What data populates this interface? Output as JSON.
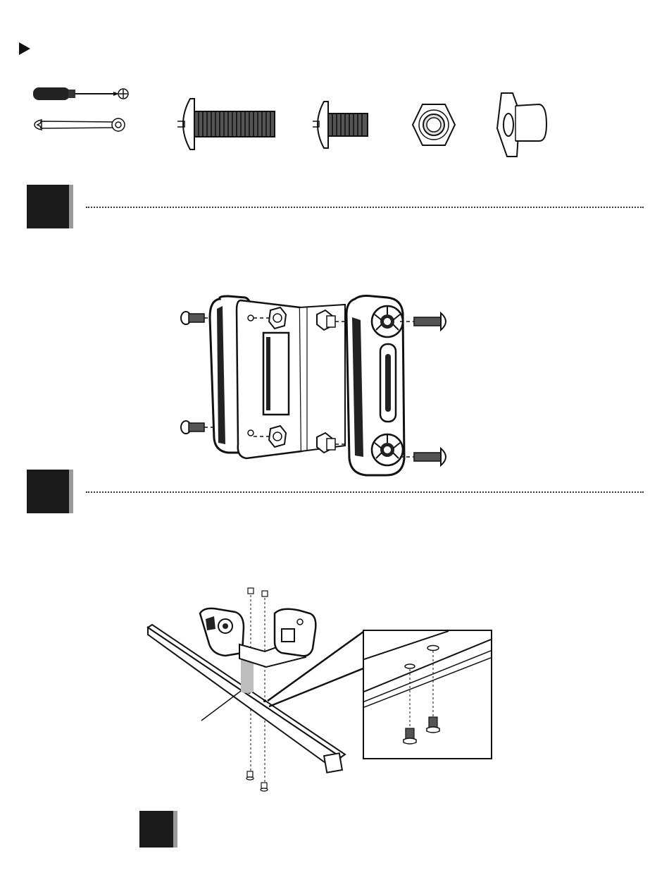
{
  "page": {
    "title_marker": "play-triangle-icon"
  },
  "tools": [
    {
      "icon": "phillips-screwdriver-icon"
    },
    {
      "icon": "combination-wrench-icon"
    }
  ],
  "hardware": [
    {
      "icon": "long-bolt-icon"
    },
    {
      "icon": "short-bolt-icon"
    },
    {
      "icon": "hex-nut-icon"
    },
    {
      "icon": "flanged-spacer-icon"
    }
  ],
  "steps": [
    {
      "badge": "step-badge",
      "label": ""
    },
    {
      "badge": "step-badge",
      "label": ""
    },
    {
      "badge": "step-badge",
      "label": ""
    }
  ],
  "colors": {
    "badge": "#1a1a1a",
    "badge_edge": "#9a9a9a",
    "line": "#111111",
    "fill_light": "#ffffff",
    "highlight": "#bdbdbd"
  }
}
